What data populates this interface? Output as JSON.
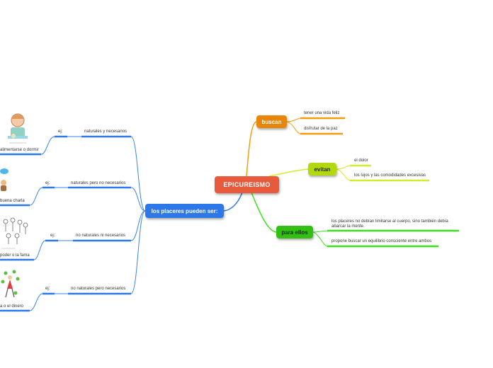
{
  "root": {
    "label": "EPICUREISMO",
    "color": "#e85a3c"
  },
  "branches": {
    "buscan": {
      "label": "buscan",
      "color": "#e8860b",
      "line": "#f39c12",
      "items": [
        "tener una vida feliz",
        "disfrutar de la paz"
      ]
    },
    "evitan": {
      "label": "evitan",
      "color": "#b4d80e",
      "line": "#d4ec2a",
      "items": [
        "el dolor",
        "los lujos y las comodidades excesivas"
      ]
    },
    "para_ellos": {
      "label": "para ellos",
      "color": "#32c112",
      "line": "#3ce01c",
      "items": [
        "los placeres no debían limitarse al cuerpo, sino también debía abarcar la mente.",
        "propone buscar un equilibrio consciente entre ambos"
      ]
    },
    "placeres": {
      "label": "los placeres pueden ser:",
      "color": "#2d78e8",
      "line": "#3a83e8",
      "items": [
        {
          "type": "naturales y necesarios",
          "ej": "ej:",
          "example": "alimentarse o dormir"
        },
        {
          "type": "naturales pero no necesarios",
          "ej": "ej:",
          "example": "buena charla"
        },
        {
          "type": "no naturales ni necesarios",
          "ej": "ej:",
          "example": "poder o la fama"
        },
        {
          "type": "no naturales pero necesarios",
          "ej": "ej:",
          "example": "a o el dinero"
        }
      ]
    }
  }
}
